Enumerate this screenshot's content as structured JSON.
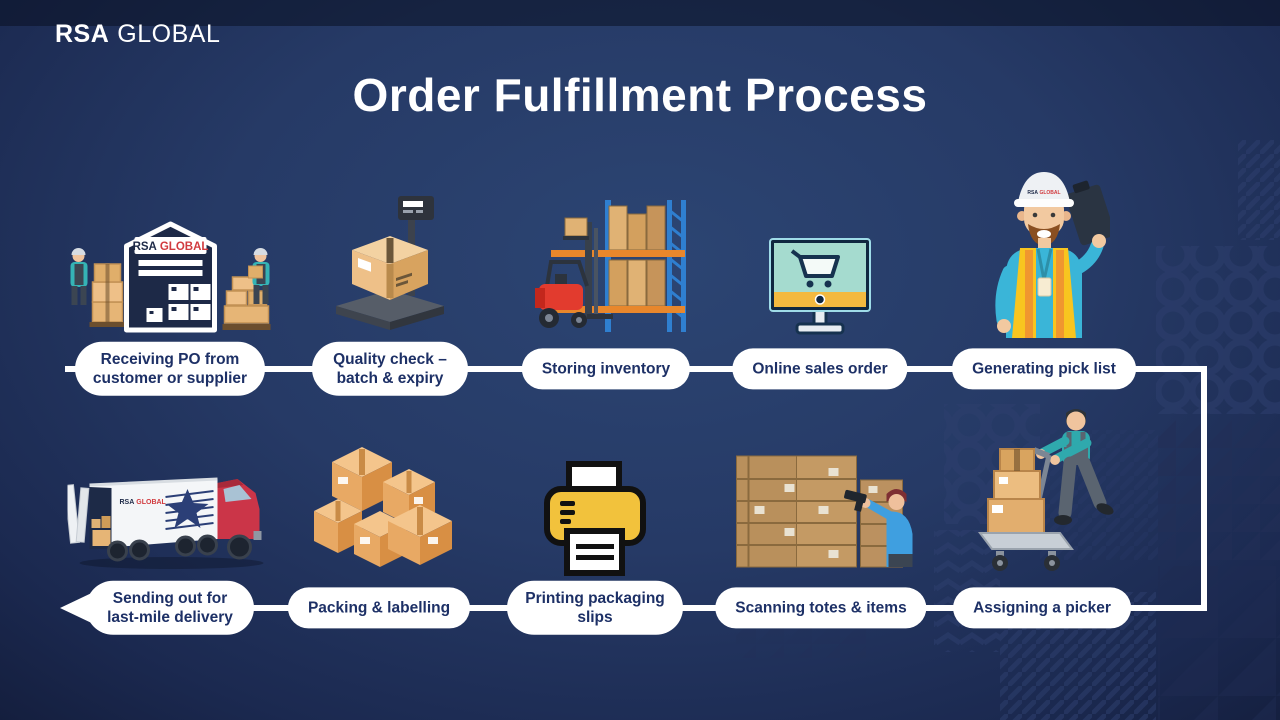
{
  "brand": {
    "logo_bold": "RSA",
    "logo_light": "GLOBAL"
  },
  "title": "Order Fulfillment Process",
  "steps": [
    {
      "label": "Receiving PO from customer or supplier",
      "icon": "warehouse-receiving-icon",
      "row": 1
    },
    {
      "label": "Quality check – batch & expiry",
      "icon": "weighing-scale-icon",
      "row": 1
    },
    {
      "label": "Storing inventory",
      "icon": "forklift-racking-icon",
      "row": 1
    },
    {
      "label": "Online sales order",
      "icon": "monitor-cart-icon",
      "row": 1
    },
    {
      "label": "Generating pick list",
      "icon": "worker-clipboard-icon",
      "row": 1
    },
    {
      "label": "Sending out for last-mile delivery",
      "icon": "delivery-truck-icon",
      "row": 2
    },
    {
      "label": "Packing & labelling",
      "icon": "packed-boxes-icon",
      "row": 2
    },
    {
      "label": "Printing packaging slips",
      "icon": "printer-icon",
      "row": 2
    },
    {
      "label": "Scanning totes & items",
      "icon": "barcode-scanning-icon",
      "row": 2
    },
    {
      "label": "Assigning a picker",
      "icon": "picker-trolley-icon",
      "row": 2
    }
  ],
  "flow": {
    "row1_direction": "left-to-right",
    "row2_direction": "right-to-left",
    "connector_color": "#ffffff",
    "end_marker": "left-arrow"
  },
  "colors": {
    "background_center": "#2c4573",
    "background_edge": "#0e1530",
    "pill_bg": "#ffffff",
    "pill_text": "#1d3066",
    "title_text": "#ffffff",
    "brand_red": "#d13b3f",
    "box_tan": "#e6b576",
    "accent_yellow": "#f3b93f",
    "accent_teal": "#35b3b5"
  }
}
